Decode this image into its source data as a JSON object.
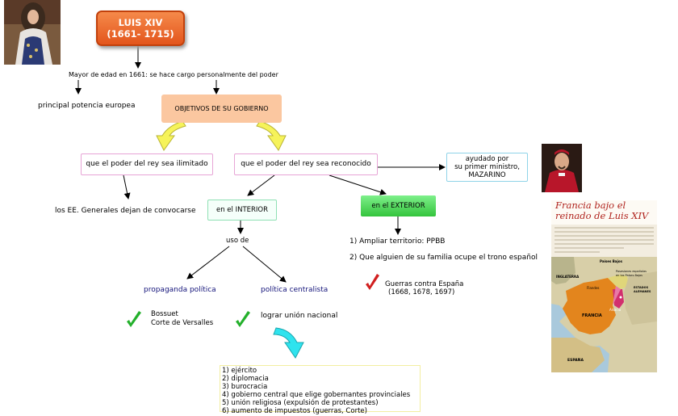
{
  "title": {
    "line1": "LUIS XIV",
    "line2": "(1661- 1715)"
  },
  "majority_text": "Mayor de edad en 1661: se hace cargo personalmente del poder",
  "power_text": "principal potencia europea",
  "objectives_label": "OBJETIVOS DE SU GOBIERNO",
  "goal_unlimited": "que el poder del rey sea ilimitado",
  "goal_recognized": "que el poder del rey sea reconocido",
  "estates_text": "los EE. Generales dejan de convocarse",
  "minister": {
    "line1": "ayudado por",
    "line2": "su primer ministro,",
    "line3": "MAZARINO"
  },
  "interior_label": "en el INTERIOR",
  "exterior_label": "en el EXTERIOR",
  "uso_de": "uso de",
  "propaganda": "propaganda política",
  "centralista": "política centralista",
  "propaganda_items": [
    "Bossuet",
    "Corte de Versalles"
  ],
  "union_text": "lograr unión nacional",
  "exterior_items": [
    "1) Ampliar territorio: PPBB",
    "2) Que alguien de su familia ocupe el trono español"
  ],
  "wars": {
    "line1": "Guerras contra España",
    "line2": "(1668, 1678, 1697)"
  },
  "measures": [
    "1) ejército",
    "2) diplomacia",
    "3) burocracia",
    "4) gobierno central que elige gobernantes provinciales",
    "5) unión religiosa (expulsión de protestantes)",
    "6) aumento de impuestos (guerras, Corte)"
  ],
  "map": {
    "title_line1": "Francia bajo el",
    "title_line2": "reinado de Luis XIV",
    "labels": [
      "Países Bajos",
      "INGLATERRA",
      "Flandes",
      "Posesiones españolas en los Países Bajos",
      "ESTADOS ALEMANES",
      "FRANCIA",
      "Alsacia",
      "ESPAÑA"
    ]
  },
  "colors": {
    "title_fill": "#e3551c",
    "objectives_fill": "#fbc7a0",
    "exterior_fill": "#34c43c",
    "arrow_yellow": "#f6f35a",
    "arrow_cyan": "#2fe3ee",
    "check_green": "#23b02b",
    "check_red": "#d11f1f"
  }
}
